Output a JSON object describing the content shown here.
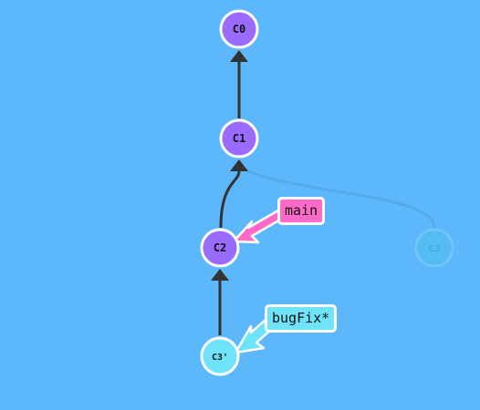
{
  "commits": {
    "c0": {
      "label": "C0",
      "color": "#9a6bff"
    },
    "c1": {
      "label": "C1",
      "color": "#9a6bff"
    },
    "c2": {
      "label": "C2",
      "color": "#9a6bff"
    },
    "c3": {
      "label": "C3",
      "color": "#4fc0ee",
      "faded": true
    },
    "c3prime": {
      "label": "C3'",
      "color": "#6fe3fb"
    }
  },
  "branches": {
    "main": {
      "label": "main",
      "color": "#ff69c8",
      "target": "C2"
    },
    "bugfix": {
      "label": "bugFix*",
      "color": "#6fe3fb",
      "target": "C3'",
      "checked_out": true
    }
  },
  "colors": {
    "background": "#5cb8fb",
    "edge": "#333333",
    "faded_edge": "#4aa3dd"
  }
}
